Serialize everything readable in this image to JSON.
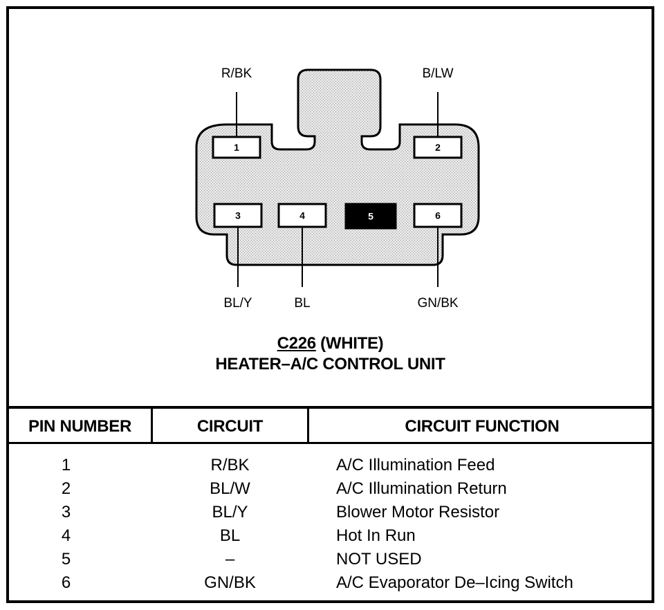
{
  "connector": {
    "code": "C226",
    "color_label": "(WHITE)",
    "name": "HEATER–A/C CONTROL UNIT",
    "pins": [
      {
        "number": "1",
        "wire": "R/BK",
        "filled": false
      },
      {
        "number": "2",
        "wire": "B/LW",
        "filled": false
      },
      {
        "number": "3",
        "wire": "BL/Y",
        "filled": false
      },
      {
        "number": "4",
        "wire": "BL",
        "filled": false
      },
      {
        "number": "5",
        "wire": "",
        "filled": true
      },
      {
        "number": "6",
        "wire": "GN/BK",
        "filled": false
      }
    ],
    "body_fill": "#d9d9d9",
    "line_color": "#000000"
  },
  "table": {
    "headers": [
      "PIN NUMBER",
      "CIRCUIT",
      "CIRCUIT FUNCTION"
    ],
    "rows": [
      {
        "pin": "1",
        "circuit": "R/BK",
        "function": "A/C Illumination Feed"
      },
      {
        "pin": "2",
        "circuit": "BL/W",
        "function": "A/C Illumination Return"
      },
      {
        "pin": "3",
        "circuit": "BL/Y",
        "function": "Blower Motor Resistor"
      },
      {
        "pin": "4",
        "circuit": "BL",
        "function": "Hot In Run"
      },
      {
        "pin": "5",
        "circuit": "–",
        "function": "NOT USED"
      },
      {
        "pin": "6",
        "circuit": "GN/BK",
        "function": "A/C Evaporator De–Icing Switch"
      }
    ]
  }
}
